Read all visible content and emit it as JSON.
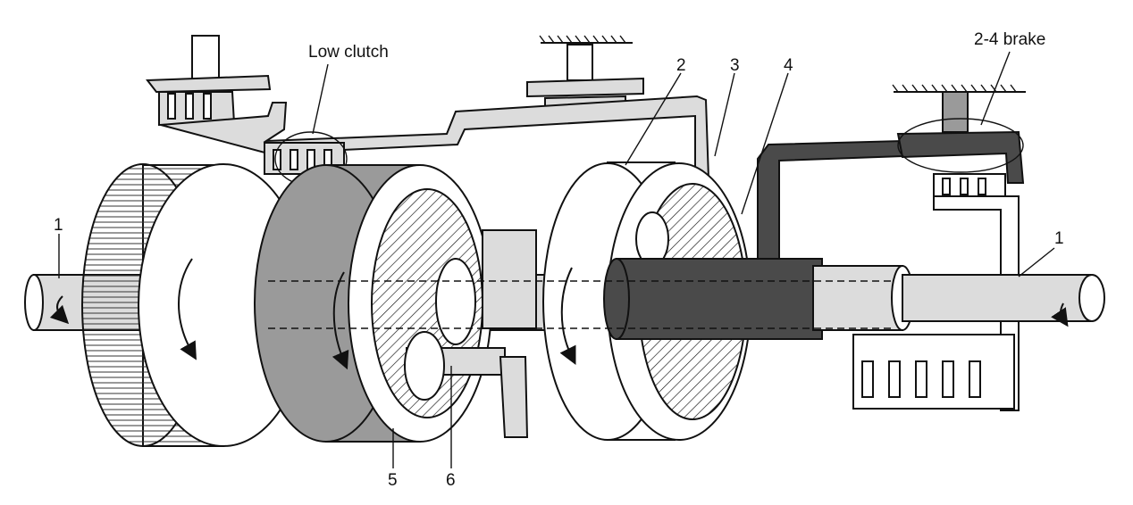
{
  "labels": {
    "low_clutch": "Low clutch",
    "brake_2_4": "2-4 brake",
    "input_shaft": "1",
    "output_shaft": "1",
    "part_2": "2",
    "part_3": "3",
    "part_4": "4",
    "part_5": "5",
    "part_6": "6"
  },
  "colors": {
    "dark_component": "#4a4a4a",
    "light_component": "#dcdcdc",
    "mid_component": "#9a9a9a",
    "ink": "#111111"
  },
  "icons": {
    "rotation_arrow": "curved-arrow-icon",
    "ground": "ground-hatch-icon"
  }
}
